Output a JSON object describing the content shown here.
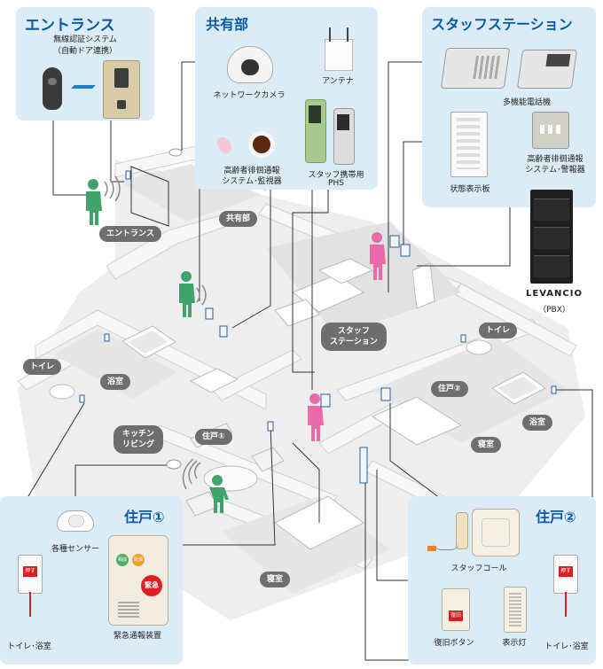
{
  "panels": {
    "entrance": {
      "title": "エントランス",
      "sub1": "無線認証システム",
      "sub2": "（自動ドア連携）"
    },
    "common": {
      "title": "共有部",
      "camera": "ネットワークカメラ",
      "antenna": "アンテナ",
      "wander1": "高齢者徘徊通報",
      "wander2": "システム･監視器",
      "phone1": "スタッフ携帯用",
      "phone2": "PHS"
    },
    "station": {
      "title": "スタッフステーション",
      "multiphone": "多機能電話機",
      "wander1": "高齢者徘徊通報",
      "wander2": "システム･警報器",
      "statusboard": "状態表示板",
      "pbx_brand": "LEVANCIO",
      "pbx": "（PBX）"
    },
    "unit1": {
      "title": "住戸①",
      "sensor": "各種センサー",
      "toilet": "トイレ･浴室",
      "emergency": "緊急通報装置",
      "pull_label": "押す",
      "btn_green": "相談",
      "btn_orange": "取消",
      "btn_red": "緊急"
    },
    "unit2": {
      "title": "住戸②",
      "staffcall": "スタッフコール",
      "reset": "復旧ボタン",
      "lamp": "表示灯",
      "toilet": "トイレ･浴室",
      "pull_label": "押す",
      "reset_btn": "復旧"
    }
  },
  "floor_tags": {
    "entrance": "エントランス",
    "common": "共有部",
    "station1": "スタッフ",
    "station2": "ステーション",
    "toilet_left": "トイレ",
    "bath_left": "浴室",
    "kitchen1": "キッチン",
    "kitchen2": "リビング",
    "unit1": "住戸①",
    "bedroom_left": "寝室",
    "toilet_right": "トイレ",
    "unit2": "住戸②",
    "bath_right": "浴室",
    "bedroom_right": "寝室"
  },
  "colors": {
    "panel_bg": "#dcecf7",
    "title": "#0a5aa8",
    "tag": "#6e6e6e",
    "staff_pink": "#e86aa6",
    "resident_green": "#3fa36b"
  }
}
